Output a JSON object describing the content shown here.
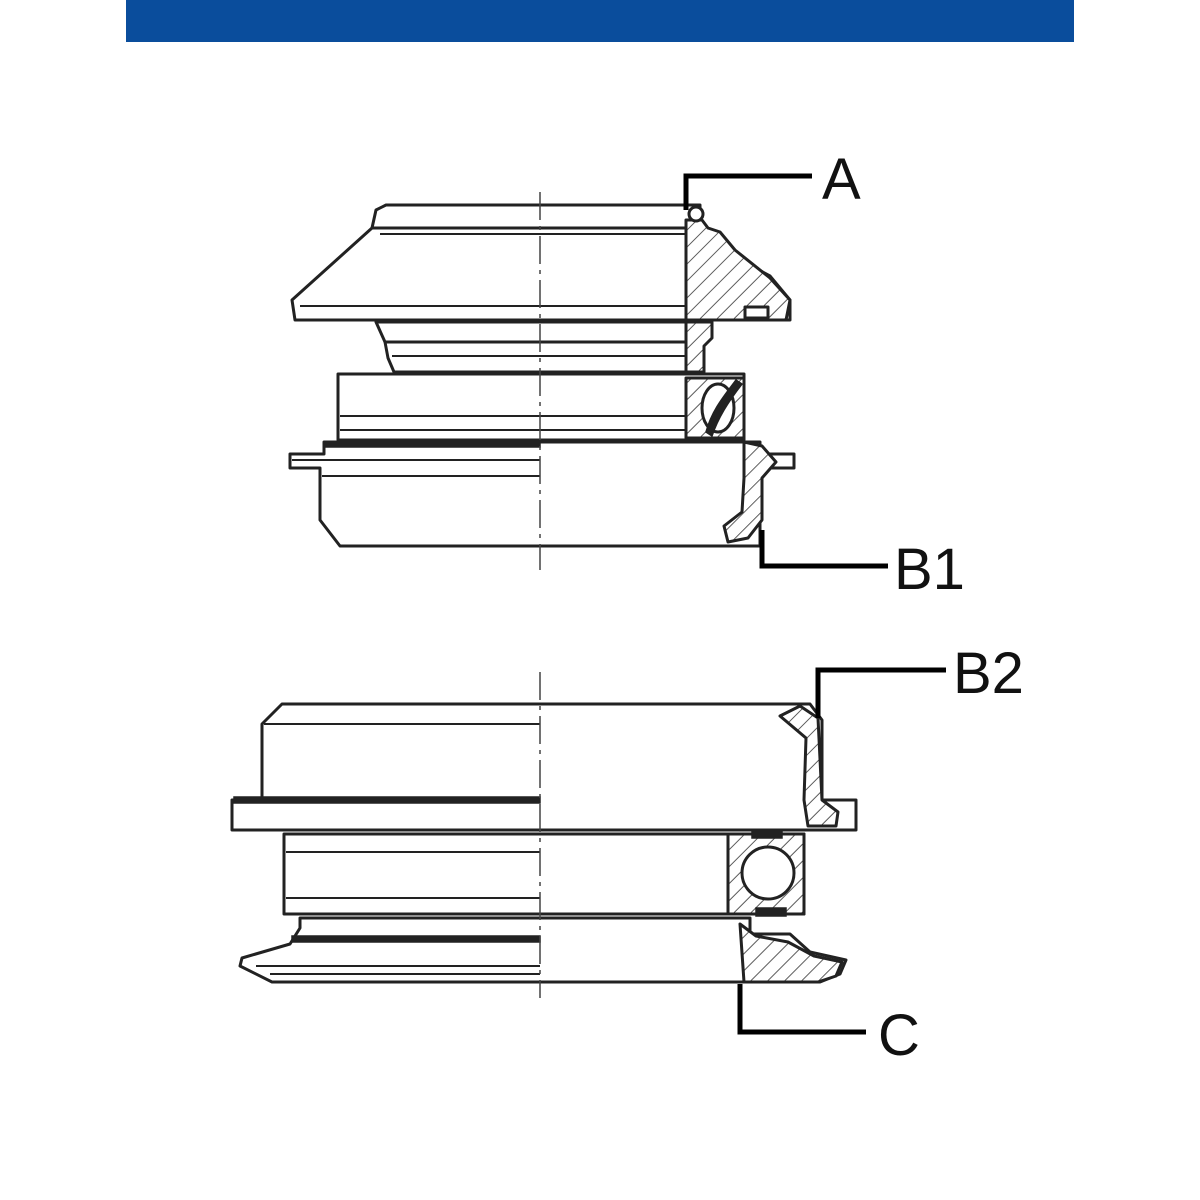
{
  "colors": {
    "band": "#0a4d9c",
    "line": "#222222",
    "leader": "#000000"
  },
  "callouts": {
    "a": "A",
    "b1": "B1",
    "b2": "B2",
    "c": "C"
  }
}
